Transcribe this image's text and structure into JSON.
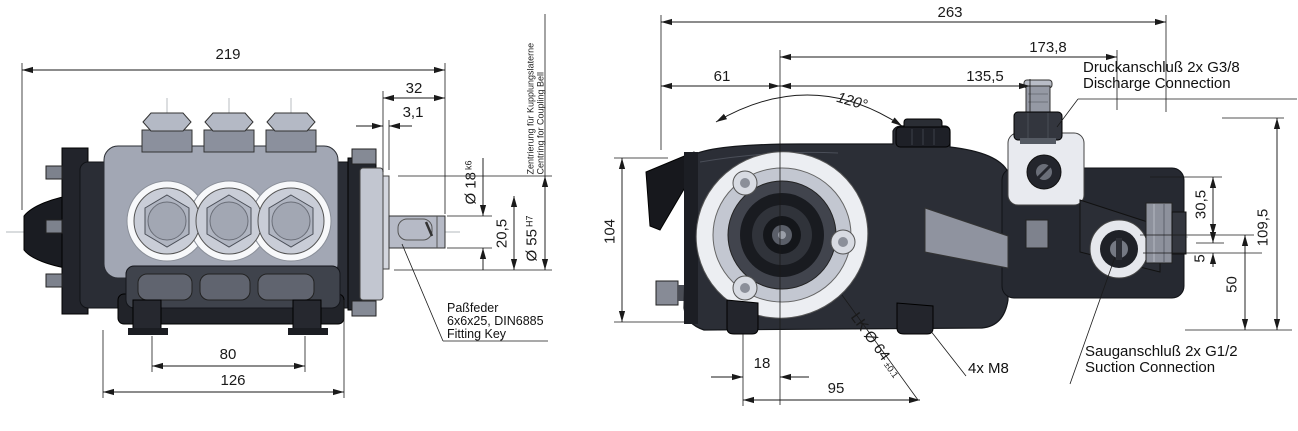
{
  "left": {
    "dim_219": "219",
    "dim_32": "32",
    "dim_3_1": "3,1",
    "shaft_dia": "Ø 18",
    "shaft_dia_tol": "k6",
    "dim_20_5": "20,5",
    "pilot_dia": "Ø 55",
    "pilot_dia_tol": "H7",
    "centering_de": "Zentrierung für Kupplungslaterne",
    "centering_en": "Centring for Coupling Bell",
    "key_de": "Paßfeder",
    "key_spec": "6x6x25, DIN6885",
    "key_en": "Fitting Key",
    "dim_80": "80",
    "dim_126": "126"
  },
  "right": {
    "dim_263": "263",
    "dim_173_8": "173,8",
    "dim_61": "61",
    "dim_135_5": "135,5",
    "angle": "120°",
    "dim_104": "104",
    "discharge_de": "Druckanschluß 2x G3/8",
    "discharge_en": "Discharge Connection",
    "dim_30_5": "30,5",
    "dim_5": "5",
    "dim_50": "50",
    "dim_109_5": "109,5",
    "dim_18": "18",
    "dim_95": "95",
    "bolt_circle": "LK Ø 64",
    "bolt_circle_tol": "±0.1",
    "bolts": "4x M8",
    "suction_de": "Sauganschluß 2x G1/2",
    "suction_en": "Suction Connection"
  },
  "colors": {
    "line": "#1a1a1a",
    "body_dark": "#24262e",
    "metal": "#a2a7b4",
    "background": "#ffffff"
  }
}
